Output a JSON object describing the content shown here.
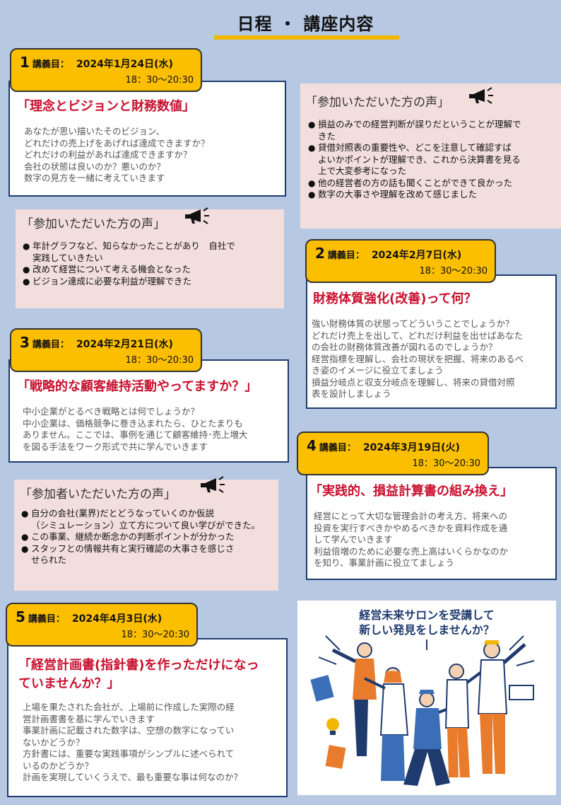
{
  "page": {
    "title": "日程 ・ 講座内容"
  },
  "sessions": [
    {
      "num": "1",
      "label": "講義目：",
      "date": "2024年1月24日(水)",
      "time": "18：30〜20:30",
      "heading": "「理念とビジョンと財務数値」",
      "desc": [
        "あなたが思い描いたそのビジョン、",
        "どれだけの売上げをあげれば達成できますか？",
        "どれだけの利益があれば達成できますか？",
        "会社の状態は良いのか？悪いのか？",
        "数字の見方を一緒に考えていきます"
      ]
    },
    {
      "num": "2",
      "label": "講義目：",
      "date": "2024年2月7日(水)",
      "time": "18：30〜20:30",
      "heading": "財務体質強化(改善)って何？",
      "desc": [
        "強い財務体質の状態ってどういうことでしょうか？",
        "どれだけ売上を出して、どれだけ利益を出せばあなた",
        "の会社の財務体質改善が図れるのでしょうか？",
        "経営指標を理解し、会社の現状を把握、将来のあるべ",
        "き姿のイメージに役立てましょう",
        "損益分岐点と収支分岐点を理解し、将来の貸借対照",
        "表を設計しましょう"
      ]
    },
    {
      "num": "3",
      "label": "講義目：",
      "date": "2024年2月21日(水)",
      "time": "18：30〜20:30",
      "heading": "「戦略的な顧客維持活動やってますか？」",
      "desc": [
        "中小企業がとるべき戦略とは何でしょうか？",
        "中小企業は、価格競争に巻き込まれたら、ひとたまりも",
        "ありません。ここでは、事例を通じて顧客維持･売上増大",
        "を図る手法をワーク形式で共に学んでいきます"
      ]
    },
    {
      "num": "4",
      "label": "講義目：",
      "date": "2024年3月19日(火)",
      "time": "18：30〜20:30",
      "heading": "「実践的、損益計算書の組み換え」",
      "desc": [
        "経営にとって大切な管理会計の考え方、将来への",
        "投資を実行すべきかやめるべきかを資料作成を通",
        "して学んでいきます",
        "利益倍増のために必要な売上高はいくらかなのか",
        "を知り、事業計画に役立てましょう"
      ]
    },
    {
      "num": "5",
      "label": "講義目：",
      "date": "2024年4月3日(水)",
      "time": "18：30〜20:30",
      "heading": "「経営計画書(指針書)を作っただけになっていませんか？」",
      "heading_lines": [
        "「経営計画書(指針書)を作っただけになっ",
        "ていませんか？」"
      ],
      "desc": [
        "上場を果たされた会社が、上場前に作成した実際の経",
        "営計画書書を基に学んでいきます",
        "事業計画に記載された数字は、空想の数字になってい",
        "ないかどうか？",
        "方針書には、重要な実践事項がシンプルに述べられて",
        "いるのかどうか？",
        "計画を実現していくうえで、最も重要な事は何なのか？"
      ]
    }
  ],
  "voices": [
    {
      "title": "「参加いただいた方の声」",
      "items": [
        "年計グラフなど、知らなかったことがあり　自社で\n実践していきたい",
        "改めて経営について考える機会となった",
        "ビジョン達成に必要な利益が理解できた"
      ]
    },
    {
      "title": "「参加いただいた方の声」",
      "items": [
        "損益のみでの経営判断が誤りだということが理解で\nきた",
        "貸借対照表の重要性や、どこを注意して確認すば\nよいかポイントが理解でき、これから決算書を見る\n上で大変参考になった",
        "他の経営者の方の話も聞くことができて良かった",
        "数字の大事さや理解を改めて感じました"
      ]
    },
    {
      "title": "「参加者いただいた方の声」",
      "items": [
        "自分の会社(業界)だとどうなっていくのか仮説\n（シミュレーション）立て方について良い学びができた。",
        "この事業、継続か断念かの判断ポイントが分かった",
        "スタッフとの情報共有と実行確認の大事さを感じさ\nせられた"
      ]
    }
  ],
  "promo": {
    "line1": "経営未来サロンを受講して",
    "line2": "新しい発見をしませんか？"
  },
  "colors": {
    "tab": "#fbbf00",
    "heading": "#c8102e",
    "background": "#b7c9e2",
    "voice_bg": "#f3dede",
    "border": "#1f3b6e"
  },
  "icons": [
    "megaphone-icon"
  ]
}
